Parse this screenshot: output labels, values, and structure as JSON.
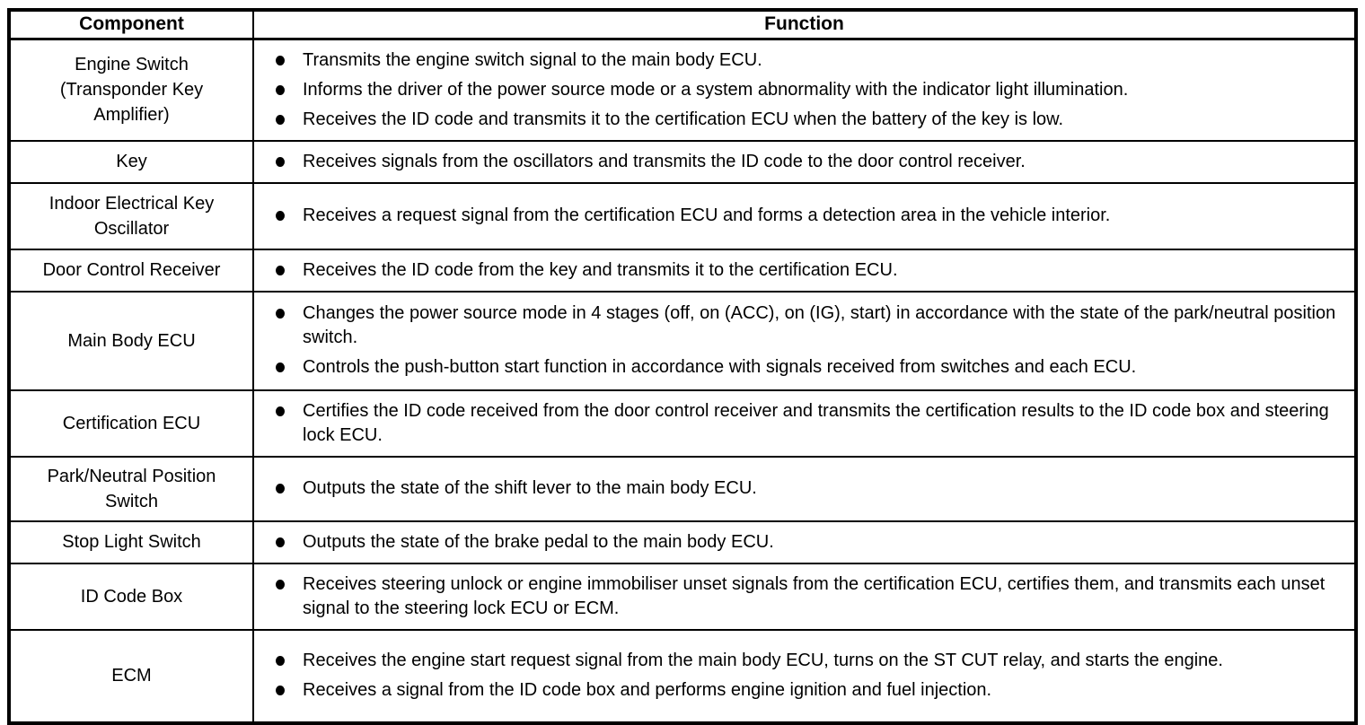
{
  "colors": {
    "border": "#000000",
    "text": "#000000",
    "background": "#ffffff"
  },
  "table": {
    "headers": {
      "component": "Component",
      "function": "Function"
    },
    "rows": [
      {
        "component": "Engine Switch\n(Transponder Key\nAmplifier)",
        "functions": [
          "Transmits the engine switch signal to the main body ECU.",
          "Informs the driver of the power source mode or a system abnormality with the indicator light illumination.",
          "Receives the ID code and transmits it to the certification ECU when the battery of the key is low."
        ]
      },
      {
        "component": "Key",
        "functions": [
          "Receives signals from the oscillators and transmits the ID code to the door control receiver."
        ]
      },
      {
        "component": "Indoor Electrical Key\nOscillator",
        "functions": [
          "Receives a request signal from the certification ECU and forms a detection area in the vehicle interior."
        ]
      },
      {
        "component": "Door Control Receiver",
        "functions": [
          "Receives the ID code from the key and transmits it to the certification ECU."
        ]
      },
      {
        "component": "Main Body ECU",
        "functions": [
          "Changes the power source mode in 4 stages (off, on (ACC), on (IG), start) in accordance with the state of the park/neutral position switch.",
          "Controls the push-button start function in accordance with signals received from switches and each ECU."
        ]
      },
      {
        "component": "Certification ECU",
        "functions": [
          "Certifies the ID code received from the door control receiver and transmits the certification results to the ID code box and steering lock ECU."
        ]
      },
      {
        "component": "Park/Neutral Position\nSwitch",
        "functions": [
          "Outputs the state of the shift lever to the main body ECU."
        ]
      },
      {
        "component": "Stop Light Switch",
        "functions": [
          "Outputs the state of the brake pedal to the main body ECU."
        ]
      },
      {
        "component": "ID Code Box",
        "functions": [
          "Receives steering unlock or engine immobiliser unset signals from the certification ECU, certifies them, and transmits each unset signal to the steering lock ECU or ECM."
        ]
      },
      {
        "component": "ECM",
        "functions": [
          "Receives the engine start request signal from the main body ECU, turns on the ST CUT relay, and starts the engine.",
          "Receives a signal from the ID code box and performs engine ignition and fuel injection."
        ]
      }
    ]
  }
}
